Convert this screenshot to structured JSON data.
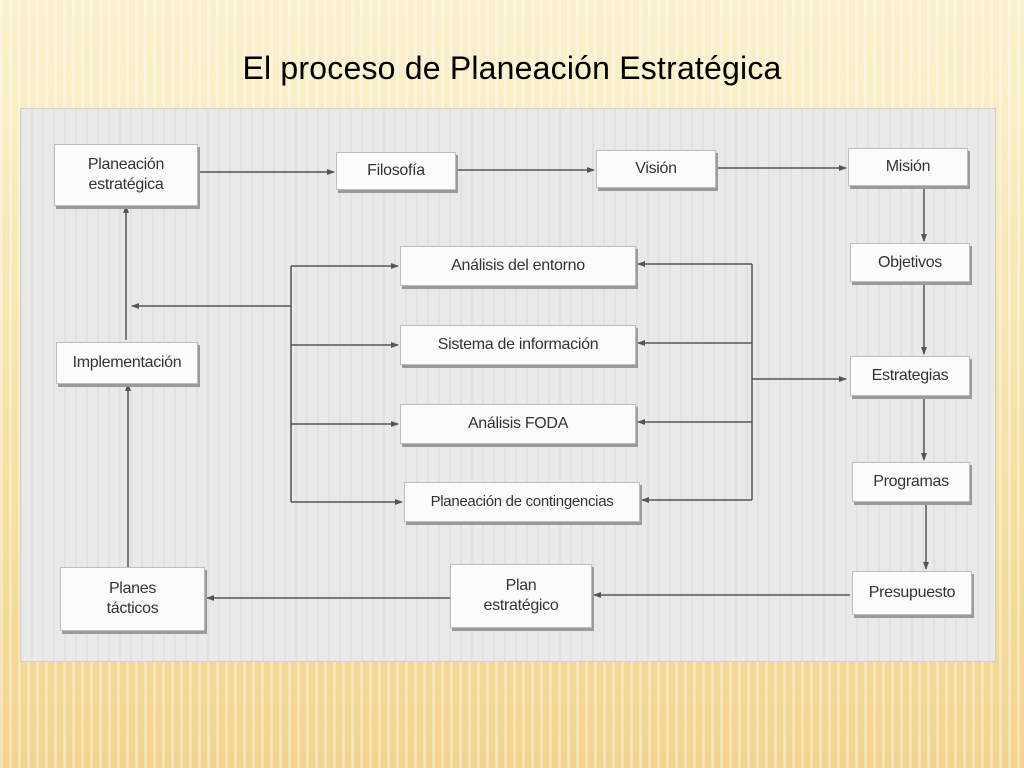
{
  "title": "El proceso de Planeación Estratégica",
  "nodes": {
    "planeacion_estrategica": "Planeación\nestratégica",
    "filosofia": "Filosofía",
    "vision": "Visión",
    "mision": "Misión",
    "objetivos": "Objetivos",
    "estrategias": "Estrategias",
    "programas": "Programas",
    "presupuesto": "Presupuesto",
    "plan_estrategico": "Plan\nestratégico",
    "planes_tacticos": "Planes\ntácticos",
    "implementacion": "Implementación",
    "analisis_entorno": "Análisis del entorno",
    "sistema_informacion": "Sistema de información",
    "analisis_foda": "Análisis FODA",
    "planeacion_contingencias": "Planeación de contingencias"
  }
}
